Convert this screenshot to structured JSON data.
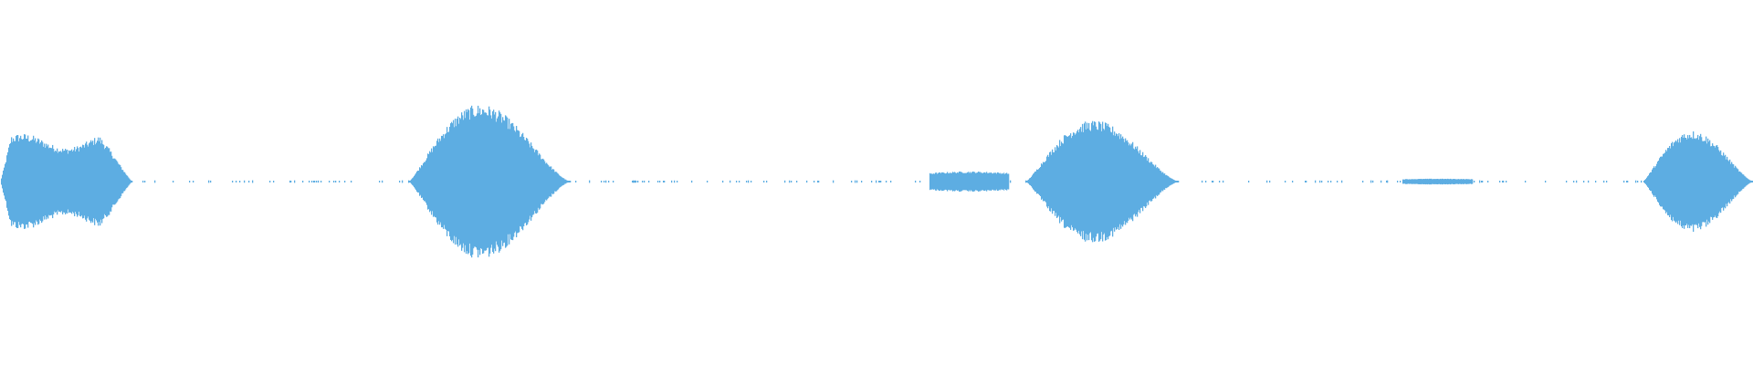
{
  "waveform": {
    "color": "#5dade2",
    "segments": [
      {
        "start": 0.0,
        "end": 0.075,
        "peak": 0.33,
        "shape": "plateau"
      },
      {
        "start": 0.233,
        "end": 0.325,
        "peak": 0.53,
        "shape": "hump"
      },
      {
        "start": 0.53,
        "end": 0.575,
        "peak": 0.07,
        "shape": "flat"
      },
      {
        "start": 0.585,
        "end": 0.672,
        "peak": 0.42,
        "shape": "hump"
      },
      {
        "start": 0.8,
        "end": 0.84,
        "peak": 0.02,
        "shape": "flat"
      },
      {
        "start": 0.937,
        "end": 1.0,
        "peak": 0.35,
        "shape": "hump"
      }
    ],
    "silence_level": 0.006
  }
}
